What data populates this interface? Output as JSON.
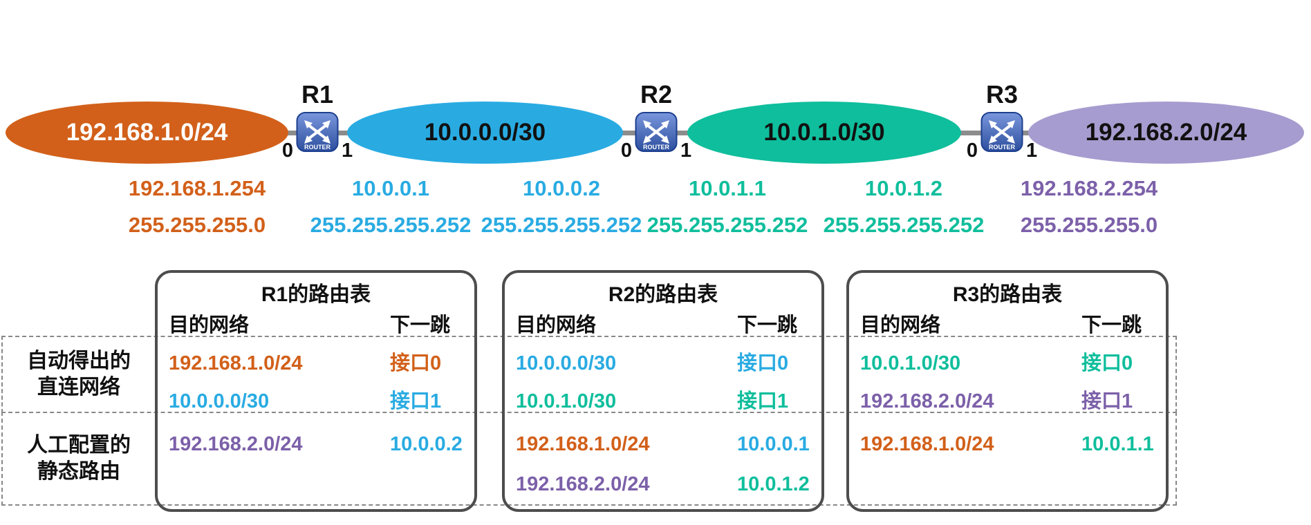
{
  "colors": {
    "orange": "#D2601A",
    "blue": "#29ABE2",
    "teal": "#0FBE9C",
    "purple": "#7C60A9",
    "net-orange": "#D2601A",
    "net-blue": "#29ABE2",
    "net-teal": "#0FBE9C",
    "net-purple": "#A79CCF",
    "line": "#8C8C8C"
  },
  "topology": {
    "router_icon_label": "ROUTER",
    "networks": [
      {
        "label": "192.168.1.0/24",
        "fill": "net-orange"
      },
      {
        "label": "10.0.0.0/30",
        "fill": "net-blue"
      },
      {
        "label": "10.0.1.0/30",
        "fill": "net-teal"
      },
      {
        "label": "192.168.2.0/24",
        "fill": "net-purple"
      }
    ],
    "routers": [
      {
        "name": "R1",
        "if_left": "0",
        "if_right": "1"
      },
      {
        "name": "R2",
        "if_left": "0",
        "if_right": "1"
      },
      {
        "name": "R3",
        "if_left": "0",
        "if_right": "1"
      }
    ],
    "interfaces": [
      {
        "ip": "192.168.1.254",
        "mask": "255.255.255.0",
        "color": "orange"
      },
      {
        "ip": "10.0.0.1",
        "mask": "255.255.255.252",
        "color": "blue"
      },
      {
        "ip": "10.0.0.2",
        "mask": "255.255.255.252",
        "color": "blue"
      },
      {
        "ip": "10.0.1.1",
        "mask": "255.255.255.252",
        "color": "teal"
      },
      {
        "ip": "10.0.1.2",
        "mask": "255.255.255.252",
        "color": "teal"
      },
      {
        "ip": "192.168.2.254",
        "mask": "255.255.255.0",
        "color": "purple"
      }
    ]
  },
  "row_groups": {
    "direct": {
      "line1": "自动得出的",
      "line2": "直连网络"
    },
    "static": {
      "line1": "人工配置的",
      "line2": "静态路由"
    }
  },
  "tables": [
    {
      "title": "R1的路由表",
      "headers": {
        "dest": "目的网络",
        "next": "下一跳"
      },
      "direct": [
        {
          "dest": "192.168.1.0/24",
          "dest_color": "orange",
          "next": "接口0",
          "next_color": "orange"
        },
        {
          "dest": "10.0.0.0/30",
          "dest_color": "blue",
          "next": "接口1",
          "next_color": "blue"
        }
      ],
      "static": [
        {
          "dest": "192.168.2.0/24",
          "dest_color": "purple",
          "next": "10.0.0.2",
          "next_color": "blue"
        }
      ]
    },
    {
      "title": "R2的路由表",
      "headers": {
        "dest": "目的网络",
        "next": "下一跳"
      },
      "direct": [
        {
          "dest": "10.0.0.0/30",
          "dest_color": "blue",
          "next": "接口0",
          "next_color": "blue"
        },
        {
          "dest": "10.0.1.0/30",
          "dest_color": "teal",
          "next": "接口1",
          "next_color": "teal"
        }
      ],
      "static": [
        {
          "dest": "192.168.1.0/24",
          "dest_color": "orange",
          "next": "10.0.0.1",
          "next_color": "blue"
        },
        {
          "dest": "192.168.2.0/24",
          "dest_color": "purple",
          "next": "10.0.1.2",
          "next_color": "teal"
        }
      ]
    },
    {
      "title": "R3的路由表",
      "headers": {
        "dest": "目的网络",
        "next": "下一跳"
      },
      "direct": [
        {
          "dest": "10.0.1.0/30",
          "dest_color": "teal",
          "next": "接口0",
          "next_color": "teal"
        },
        {
          "dest": "192.168.2.0/24",
          "dest_color": "purple",
          "next": "接口1",
          "next_color": "purple"
        }
      ],
      "static": [
        {
          "dest": "192.168.1.0/24",
          "dest_color": "orange",
          "next": "10.0.1.1",
          "next_color": "teal"
        }
      ]
    }
  ]
}
